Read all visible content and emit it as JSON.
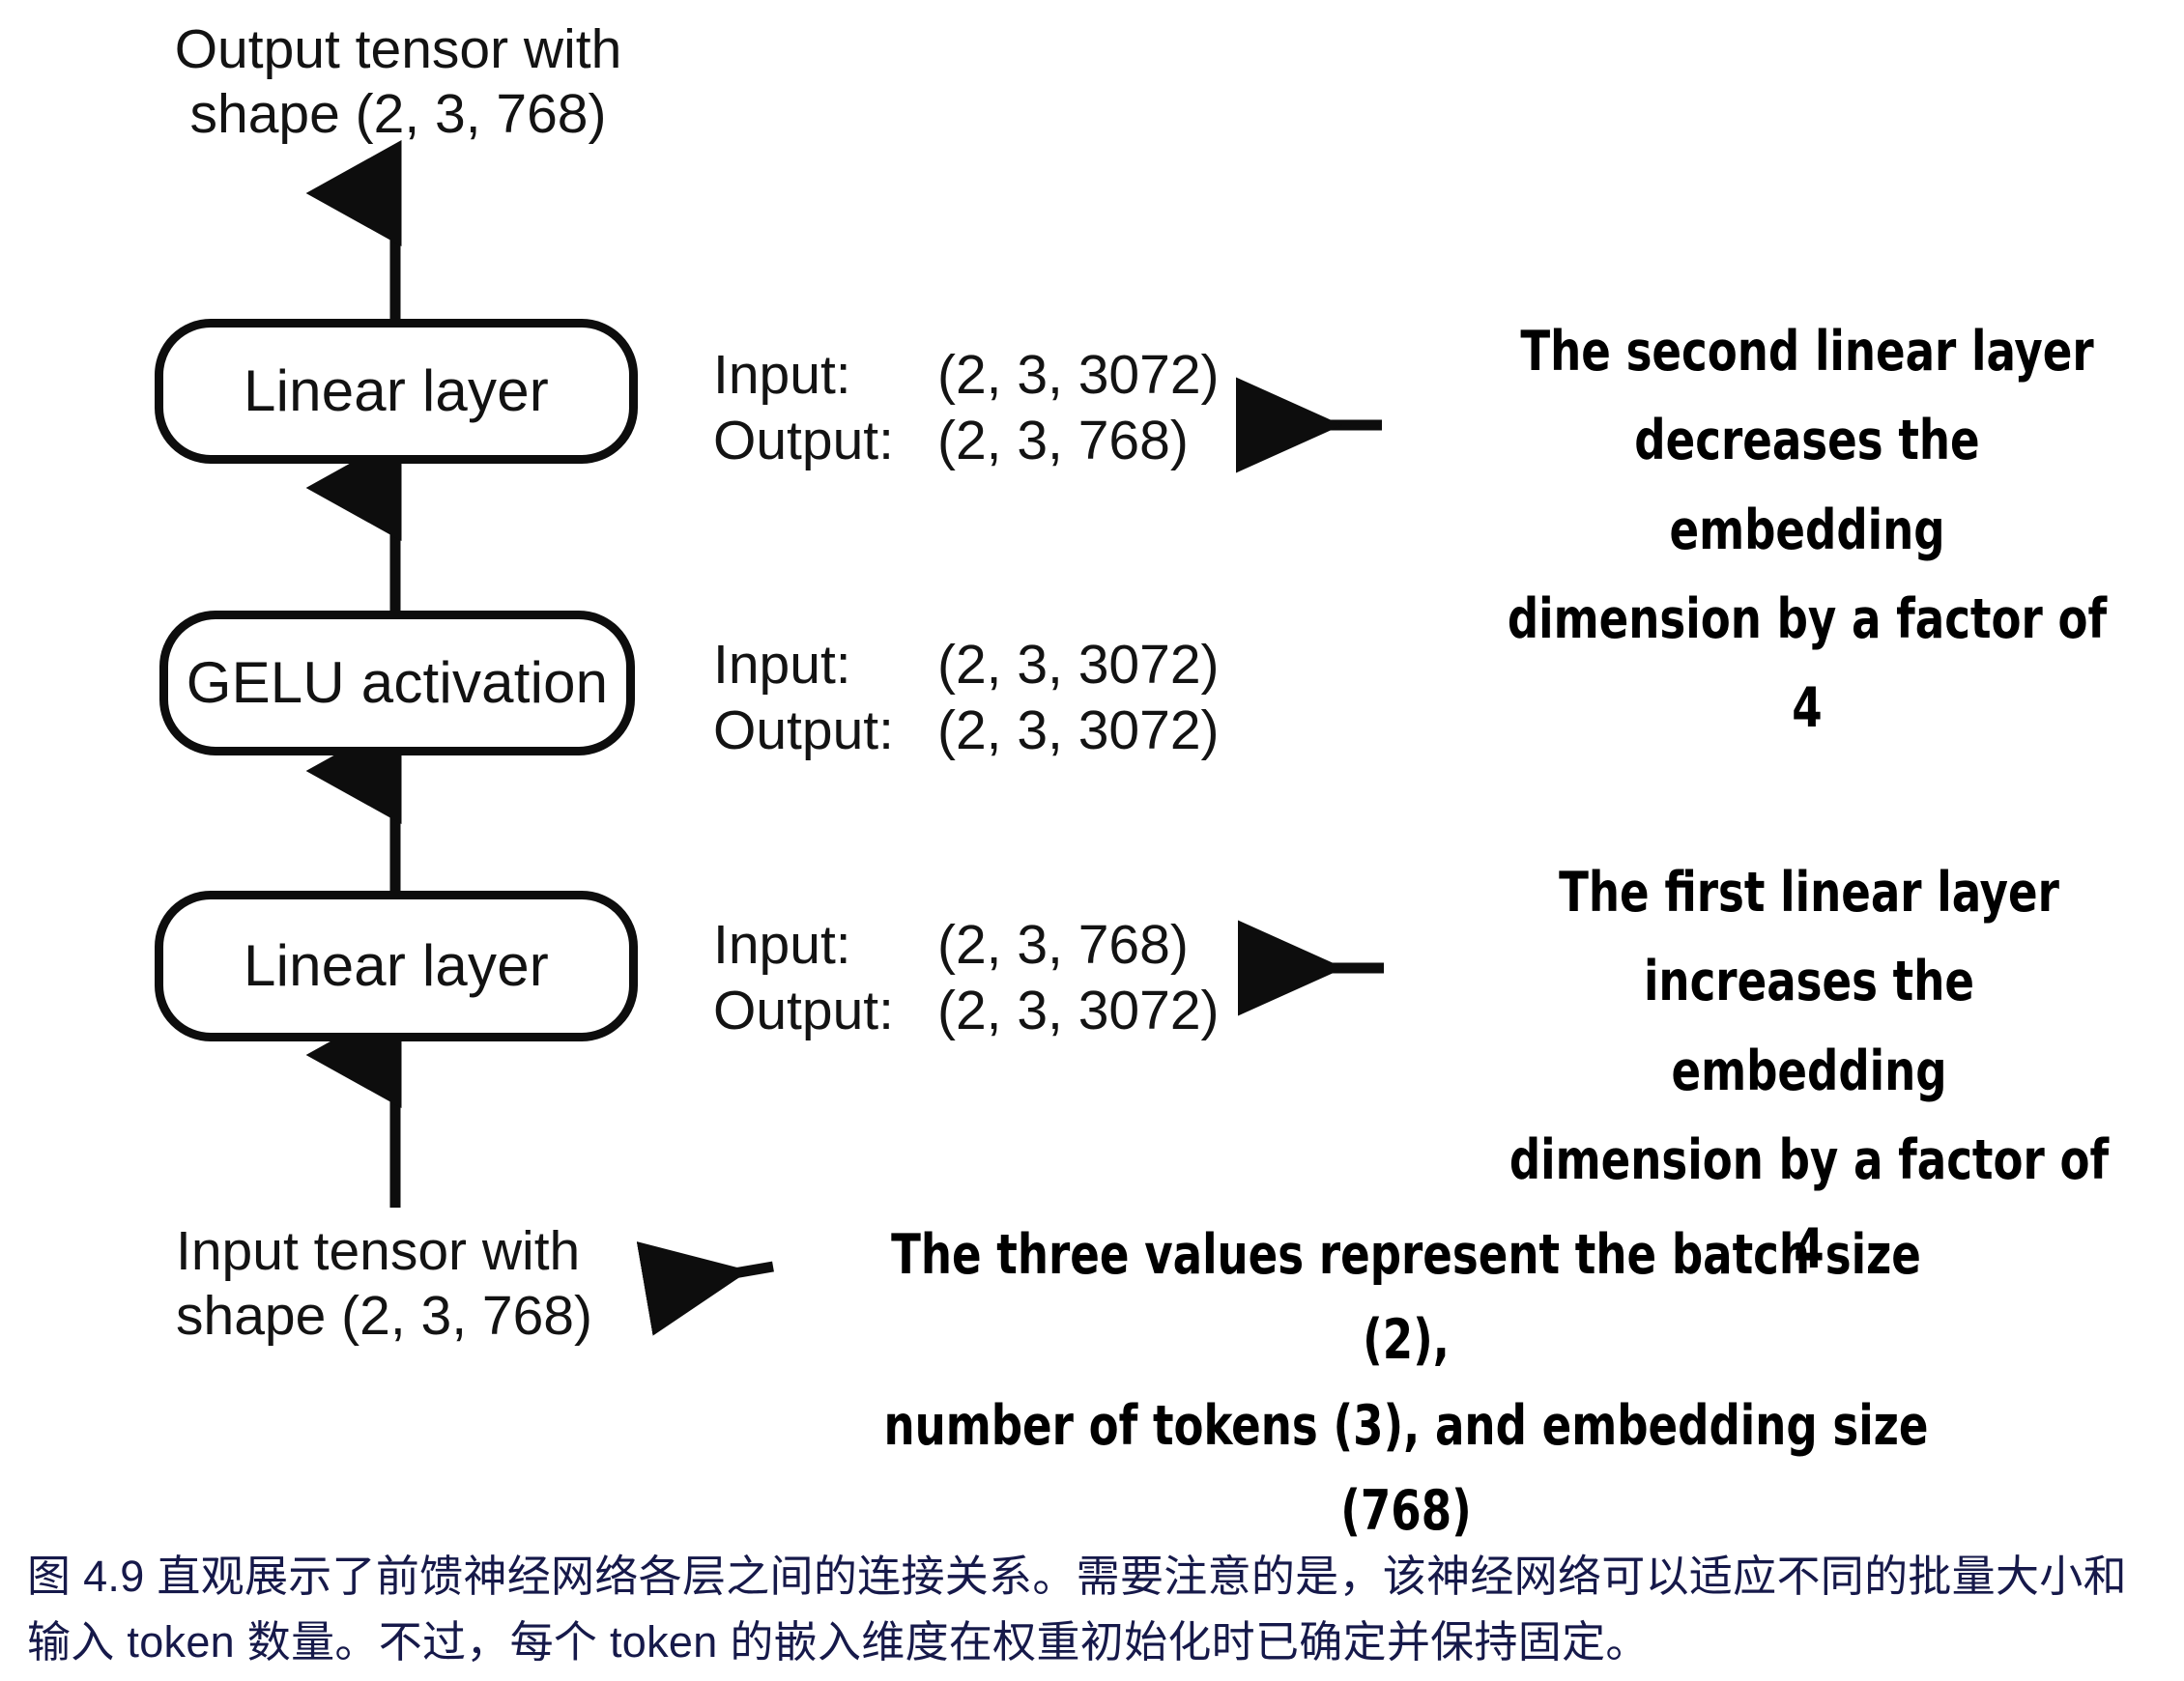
{
  "diagram": {
    "title_top": "Output tensor with\nshape (2, 3, 768)",
    "title_bottom": "Input tensor with\nshape (2, 3, 768)",
    "nodes": [
      {
        "id": "linear-2",
        "label": "Linear layer"
      },
      {
        "id": "gelu",
        "label": "GELU activation"
      },
      {
        "id": "linear-1",
        "label": "Linear layer"
      }
    ],
    "io_specs": [
      {
        "for": "linear-2",
        "input_key": "Input:",
        "input_value": "(2, 3, 3072)",
        "output_key": "Output:",
        "output_value": "(2, 3, 768)"
      },
      {
        "for": "gelu",
        "input_key": "Input:",
        "input_value": "(2, 3, 3072)",
        "output_key": "Output:",
        "output_value": "(2, 3, 3072)"
      },
      {
        "for": "linear-1",
        "input_key": "Input:",
        "input_value": "(2, 3, 768)",
        "output_key": "Output:",
        "output_value": "(2, 3, 3072)"
      }
    ],
    "annotations": [
      {
        "id": "second-linear-note",
        "lines": [
          "The second linear layer",
          "decreases the embedding",
          "dimension by a factor of 4"
        ]
      },
      {
        "id": "first-linear-note",
        "lines": [
          "The first linear layer",
          "increases the embedding",
          "dimension by a factor of 4"
        ]
      },
      {
        "id": "shape-values-note",
        "lines": [
          "The three values represent the batch size (2),",
          "number of tokens (3), and embedding size",
          "(768)"
        ]
      }
    ],
    "colors": {
      "stroke": "#0d0d0d",
      "text": "#131313",
      "annotation": "#000000",
      "caption": "#16194a",
      "background": "#ffffff"
    }
  },
  "caption": {
    "line1": "图 4.9 直观展示了前馈神经网络各层之间的连接关系。需要注意的是，该神经网络可以适应不同的批量大小和",
    "line2": "输入 token 数量。不过，每个 token 的嵌入维度在权重初始化时已确定并保持固定。"
  }
}
